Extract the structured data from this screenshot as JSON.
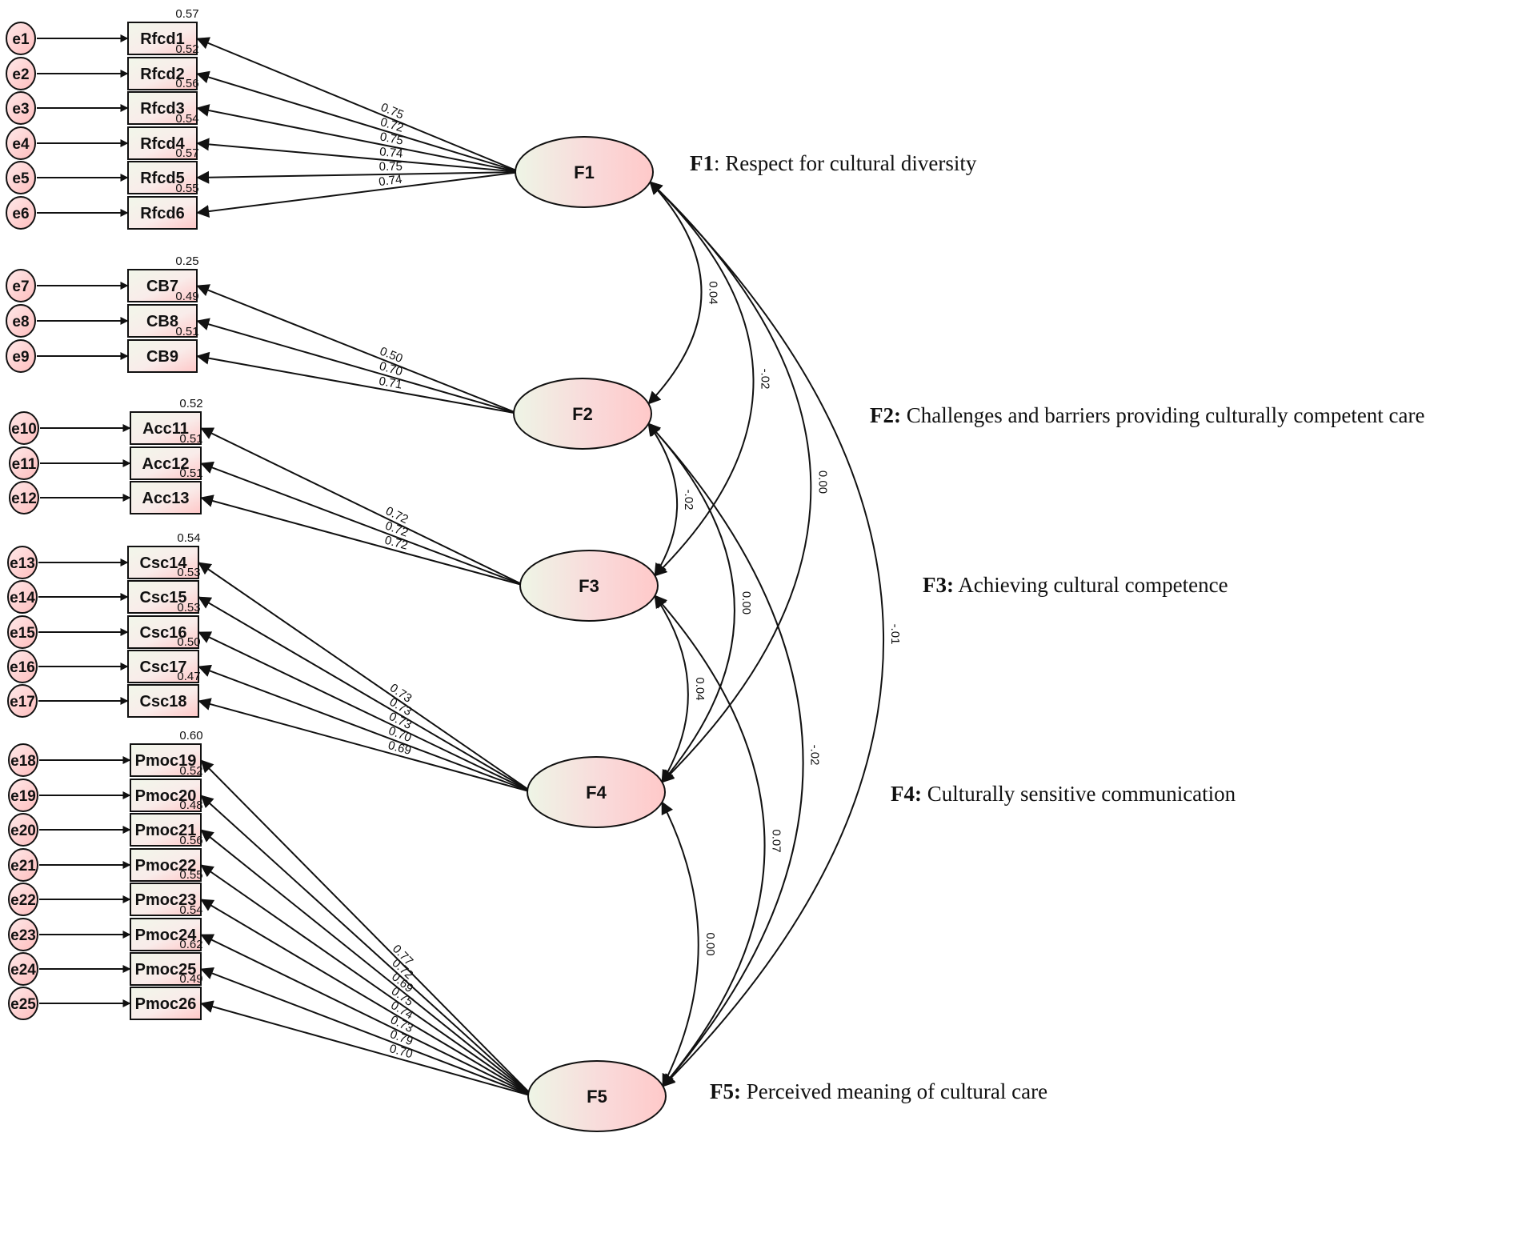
{
  "factors": [
    {
      "id": "F1",
      "label": "F1",
      "desc_key": "F1",
      "desc_sep": ": ",
      "desc_text": "Respect for cultural diversity",
      "items": [
        {
          "error": "e1",
          "name": "Rfcd1",
          "loading": "0.75",
          "r2": "0.57"
        },
        {
          "error": "e2",
          "name": "Rfcd2",
          "loading": "0.72",
          "r2": "0.52"
        },
        {
          "error": "e3",
          "name": "Rfcd3",
          "loading": "0.75",
          "r2": "0.56"
        },
        {
          "error": "e4",
          "name": "Rfcd4",
          "loading": "0.74",
          "r2": "0.54"
        },
        {
          "error": "e5",
          "name": "Rfcd5",
          "loading": "0.75",
          "r2": "0.57"
        },
        {
          "error": "e6",
          "name": "Rfcd6",
          "loading": "0.74",
          "r2": "0.55"
        }
      ]
    },
    {
      "id": "F2",
      "label": "F2",
      "desc_key": "F2:",
      "desc_sep": "  ",
      "desc_text": "Challenges and barriers providing culturally competent care",
      "items": [
        {
          "error": "e7",
          "name": "CB7",
          "loading": "0.50",
          "r2": "0.25"
        },
        {
          "error": "e8",
          "name": "CB8",
          "loading": "0.70",
          "r2": "0.49"
        },
        {
          "error": "e9",
          "name": "CB9",
          "loading": "0.71",
          "r2": "0.51"
        }
      ]
    },
    {
      "id": "F3",
      "label": "F3",
      "desc_key": "F3:",
      "desc_sep": " ",
      "desc_text": "Achieving cultural competence",
      "items": [
        {
          "error": "e10",
          "name": "Acc11",
          "loading": "0.72",
          "r2": "0.52"
        },
        {
          "error": "e11",
          "name": "Acc12",
          "loading": "0.72",
          "r2": "0.51"
        },
        {
          "error": "e12",
          "name": "Acc13",
          "loading": "0.72",
          "r2": "0.51"
        }
      ]
    },
    {
      "id": "F4",
      "label": "F4",
      "desc_key": "F4:",
      "desc_sep": " ",
      "desc_text": "Culturally sensitive communication",
      "items": [
        {
          "error": "e13",
          "name": "Csc14",
          "loading": "0.73",
          "r2": "0.54"
        },
        {
          "error": "e14",
          "name": "Csc15",
          "loading": "0.73",
          "r2": "0.53"
        },
        {
          "error": "e15",
          "name": "Csc16",
          "loading": "0.73",
          "r2": "0.53"
        },
        {
          "error": "e16",
          "name": "Csc17",
          "loading": "0.70",
          "r2": "0.50"
        },
        {
          "error": "e17",
          "name": "Csc18",
          "loading": "0.69",
          "r2": "0.47"
        }
      ]
    },
    {
      "id": "F5",
      "label": "F5",
      "desc_key": "F5:",
      "desc_sep": " ",
      "desc_text": "Perceived meaning of cultural care",
      "items": [
        {
          "error": "e18",
          "name": "Pmoc19",
          "loading": "0.77",
          "r2": "0.60"
        },
        {
          "error": "e19",
          "name": "Pmoc20",
          "loading": "0.72",
          "r2": "0.52"
        },
        {
          "error": "e20",
          "name": "Pmoc21",
          "loading": "0.69",
          "r2": "0.48"
        },
        {
          "error": "e21",
          "name": "Pmoc22",
          "loading": "0.75",
          "r2": "0.56"
        },
        {
          "error": "e22",
          "name": "Pmoc23",
          "loading": "0.74",
          "r2": "0.55"
        },
        {
          "error": "e23",
          "name": "Pmoc24",
          "loading": "0.73",
          "r2": "0.54"
        },
        {
          "error": "e24",
          "name": "Pmoc25",
          "loading": "0.79",
          "r2": "0.62"
        },
        {
          "error": "e25",
          "name": "Pmoc26",
          "loading": "0.70",
          "r2": "0.49"
        }
      ]
    }
  ],
  "correlations": [
    {
      "from": "F1",
      "to": "F2",
      "value": "0.04"
    },
    {
      "from": "F1",
      "to": "F3",
      "value": "-.02"
    },
    {
      "from": "F1",
      "to": "F4",
      "value": "0.00"
    },
    {
      "from": "F1",
      "to": "F5",
      "value": "-.01"
    },
    {
      "from": "F2",
      "to": "F3",
      "value": "-.02"
    },
    {
      "from": "F2",
      "to": "F4",
      "value": "0.00"
    },
    {
      "from": "F2",
      "to": "F5",
      "value": "-.02"
    },
    {
      "from": "F3",
      "to": "F4",
      "value": "0.04"
    },
    {
      "from": "F3",
      "to": "F5",
      "value": "0.07"
    },
    {
      "from": "F4",
      "to": "F5",
      "value": "0.00"
    }
  ],
  "colors": {
    "line": "#111111",
    "gradient_light": "#eef5e6",
    "gradient_pink": "#ffcccc"
  }
}
